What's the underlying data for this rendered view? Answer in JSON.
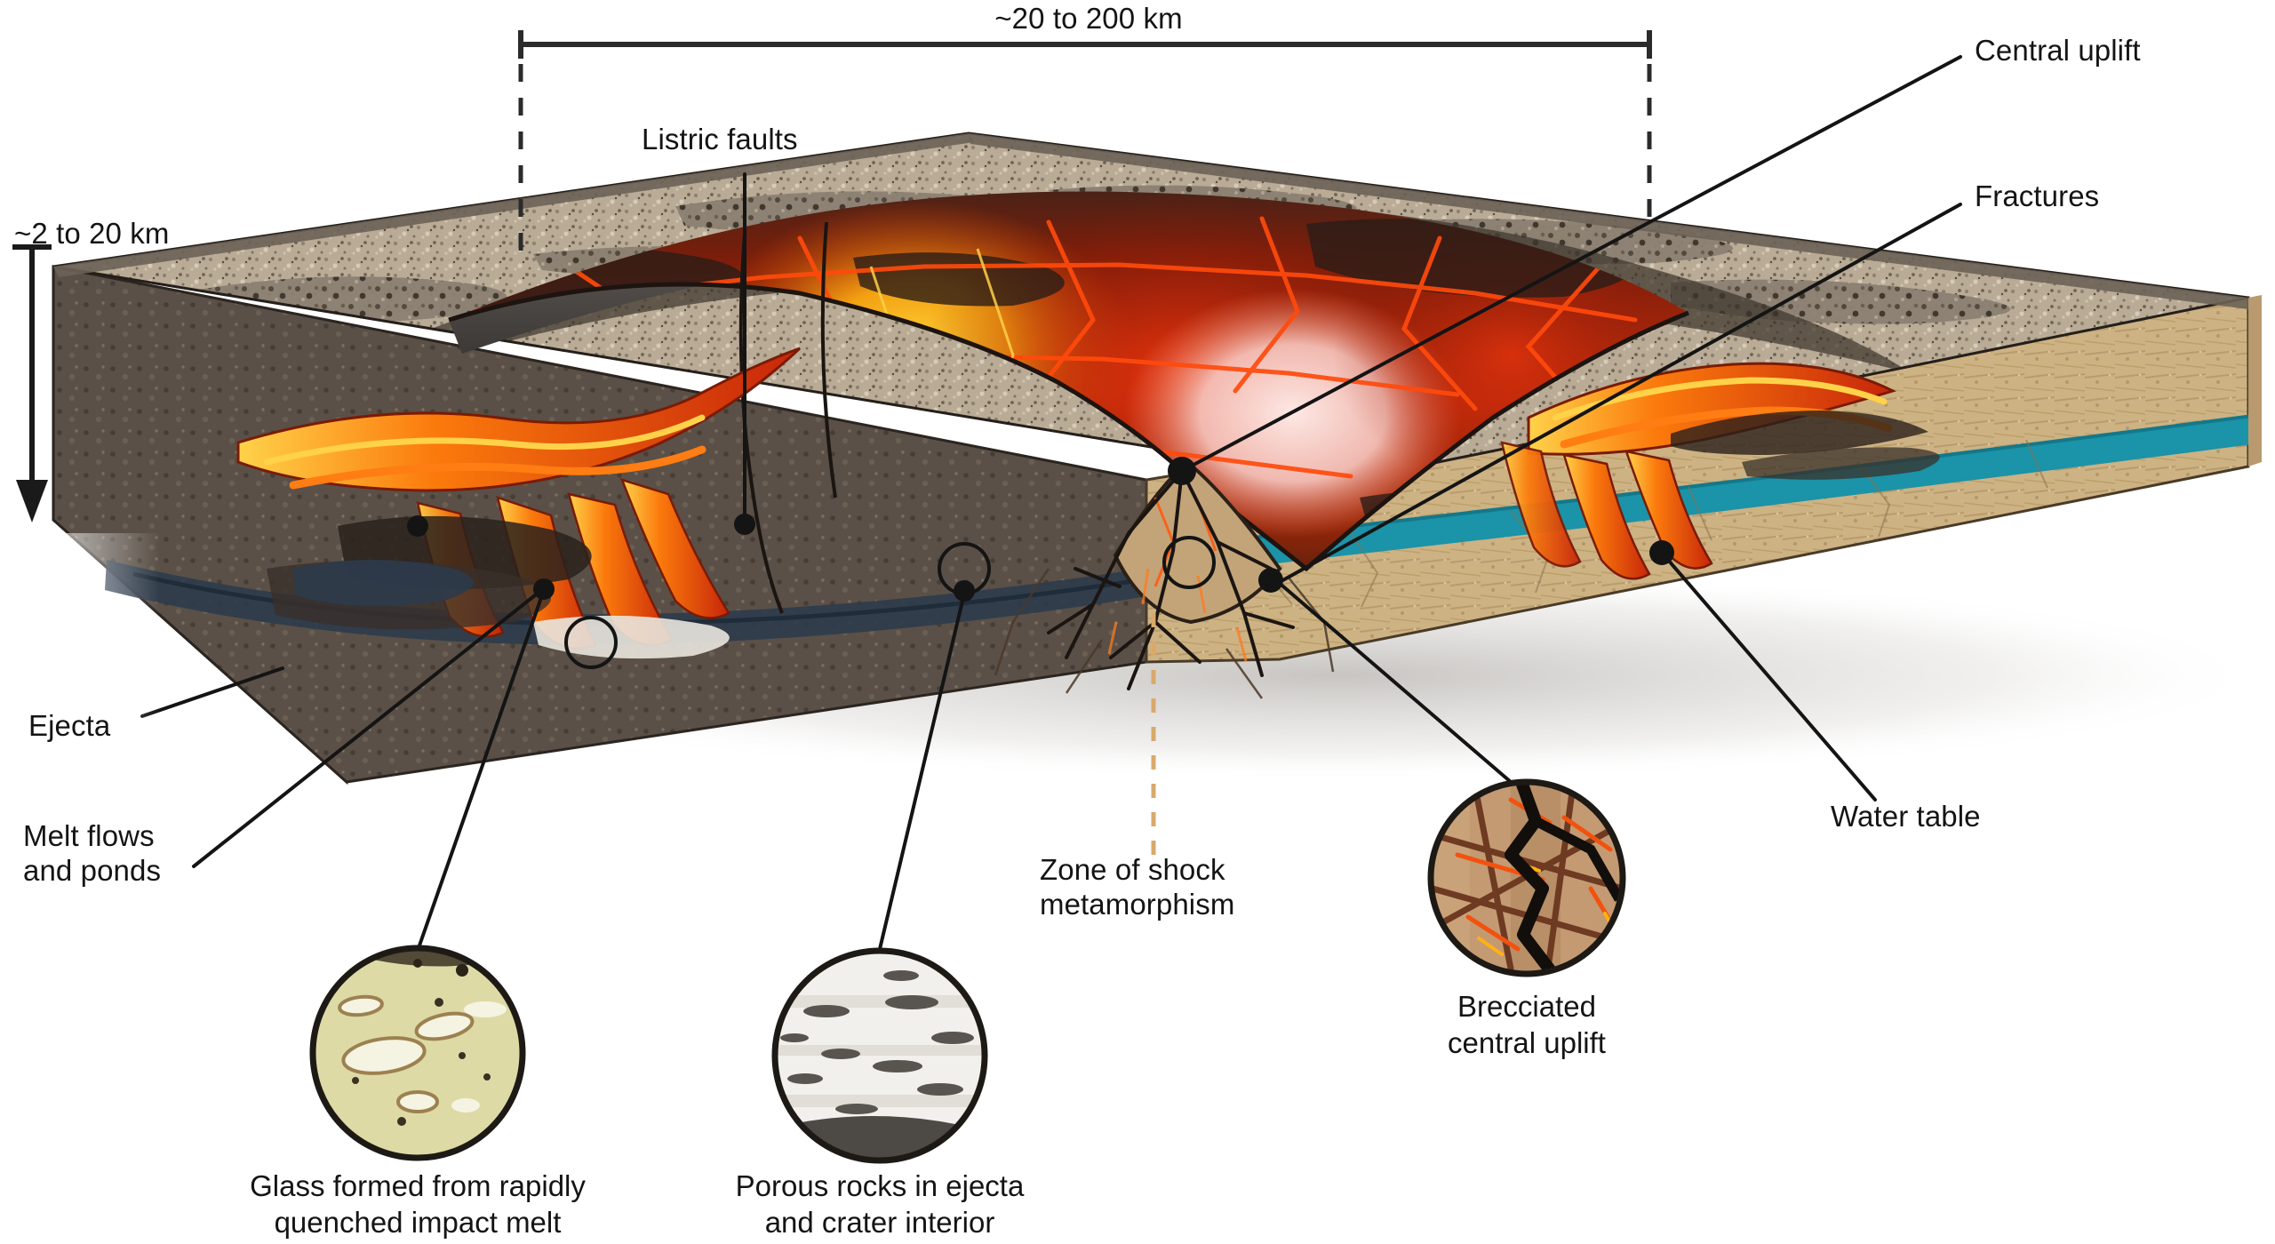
{
  "figure": {
    "subject": "impact-crater-cross-section",
    "background_color": "#ffffff",
    "text_color": "#141414",
    "leader_line_color": "#141414",
    "shock_zone_line_color": "#e0a martins"
  },
  "dimensions": {
    "width_label": "~20 to 200 km",
    "depth_label": "~2 to 20 km"
  },
  "labels": {
    "listric_faults": "Listric faults",
    "central_uplift": "Central uplift",
    "fractures": "Fractures",
    "water_table": "Water table",
    "ejecta": "Ejecta",
    "melt_flows": "Melt flows\nand ponds",
    "shock_zone": "Zone of shock\nmetamorphism"
  },
  "insets": {
    "glass": {
      "caption": "Glass formed from rapidly\nquenched impact melt",
      "fill": "#dedaa6",
      "rim": "#1d1a16"
    },
    "porous": {
      "caption": "Porous rocks in ejecta\nand crater interior",
      "fill": "#f2f0ec",
      "rim": "#1d1a16"
    },
    "breccia": {
      "caption": "Brecciated\ncentral uplift",
      "fill": "#c49a72",
      "rim": "#1d1a16"
    }
  },
  "palette": {
    "surface_tan": "#b6a894",
    "ejecta_dark": "#4a423a",
    "bedrock_tan": "#d9bf94",
    "bedrock_side": "#cbb183",
    "water_table_teal": "#1b93a8",
    "melt_pond_blue": "#2d3c4c",
    "crater_red": "#c22012",
    "crater_orange": "#f07a10",
    "crater_yellow": "#ffc410",
    "crater_hot_white": "#f6d7d2",
    "crater_char": "#2a211c",
    "rim_cap_gray": "#55504c",
    "shock_dash": "#d9a96a"
  }
}
